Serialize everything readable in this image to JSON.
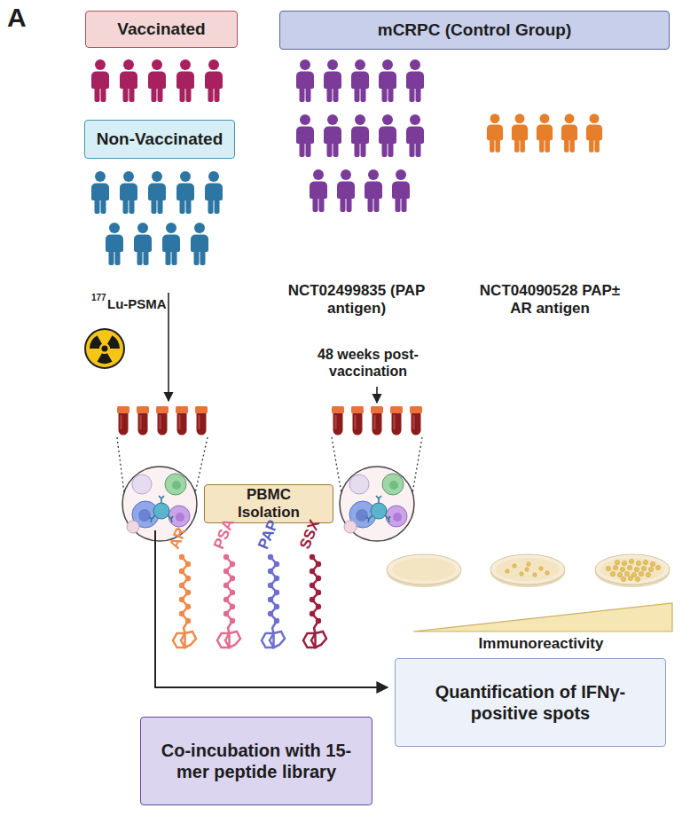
{
  "diagram": {
    "nodes": [
      {
        "text": [
          "Vaccinated"
        ]
      },
      {
        "text": [
          "mCRPC (Control Group)"
        ]
      },
      {
        "text": [
          "Non-Vaccinated"
        ]
      },
      {
        "text": [
          "PBMC Isolation"
        ]
      },
      {
        "text": [
          "Quantification of IFNγ-positive spots"
        ]
      },
      {
        "text": [
          "Co-incubation with 15-mer peptide library"
        ]
      }
    ],
    "labels": [
      "A",
      "177",
      "Lu-PSMA",
      "NCT02499835 (PAP antigen)",
      "NCT04090528 PAP± AR antigen",
      "48 weeks post-vaccination",
      "AR",
      "PSA",
      "PAP",
      "SSX",
      "Immunoreactivity"
    ]
  }
}
